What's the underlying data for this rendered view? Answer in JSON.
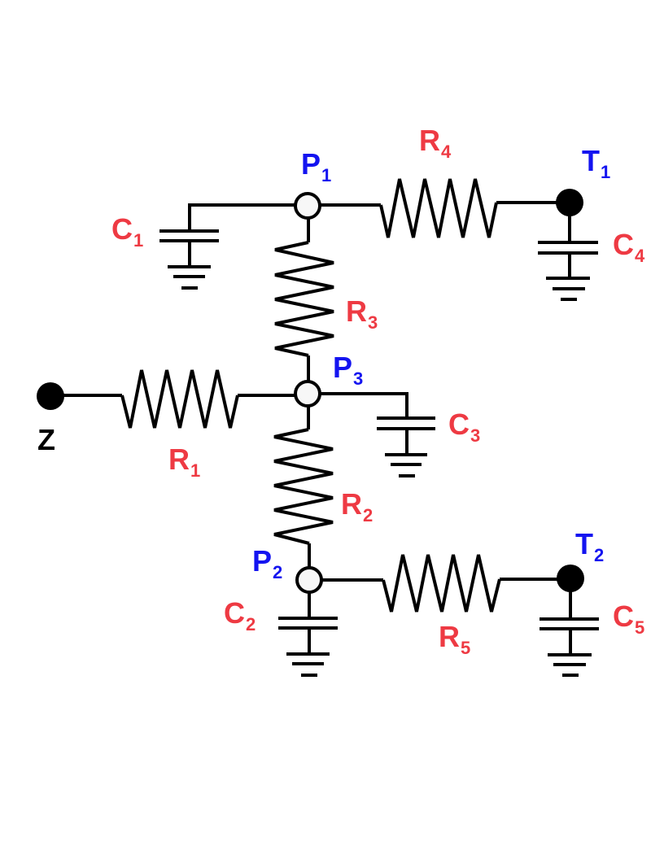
{
  "colors": {
    "component_label": "#ee3a43",
    "node_label": "#1414f0",
    "terminal_label": "#000000",
    "wire": "#000000"
  },
  "nodes": {
    "P1": {
      "name": "P",
      "sub": "1",
      "type": "open-node"
    },
    "P2": {
      "name": "P",
      "sub": "2",
      "type": "open-node"
    },
    "P3": {
      "name": "P",
      "sub": "3",
      "type": "open-node"
    },
    "T1": {
      "name": "T",
      "sub": "1",
      "type": "filled-terminal"
    },
    "T2": {
      "name": "T",
      "sub": "2",
      "type": "filled-terminal"
    },
    "Z": {
      "name": "Z",
      "sub": "",
      "type": "filled-terminal"
    }
  },
  "components": {
    "R1": {
      "name": "R",
      "sub": "1",
      "type": "resistor",
      "between": [
        "Z",
        "P3"
      ]
    },
    "R2": {
      "name": "R",
      "sub": "2",
      "type": "resistor",
      "between": [
        "P3",
        "P2"
      ]
    },
    "R3": {
      "name": "R",
      "sub": "3",
      "type": "resistor",
      "between": [
        "P1",
        "P3"
      ]
    },
    "R4": {
      "name": "R",
      "sub": "4",
      "type": "resistor",
      "between": [
        "P1",
        "T1"
      ]
    },
    "R5": {
      "name": "R",
      "sub": "5",
      "type": "resistor",
      "between": [
        "P2",
        "T2"
      ]
    },
    "C1": {
      "name": "C",
      "sub": "1",
      "type": "capacitor-to-ground",
      "node": "P1"
    },
    "C2": {
      "name": "C",
      "sub": "2",
      "type": "capacitor-to-ground",
      "node": "P2"
    },
    "C3": {
      "name": "C",
      "sub": "3",
      "type": "capacitor-to-ground",
      "node": "P3"
    },
    "C4": {
      "name": "C",
      "sub": "4",
      "type": "capacitor-to-ground",
      "node": "T1"
    },
    "C5": {
      "name": "C",
      "sub": "5",
      "type": "capacitor-to-ground",
      "node": "T2"
    }
  }
}
